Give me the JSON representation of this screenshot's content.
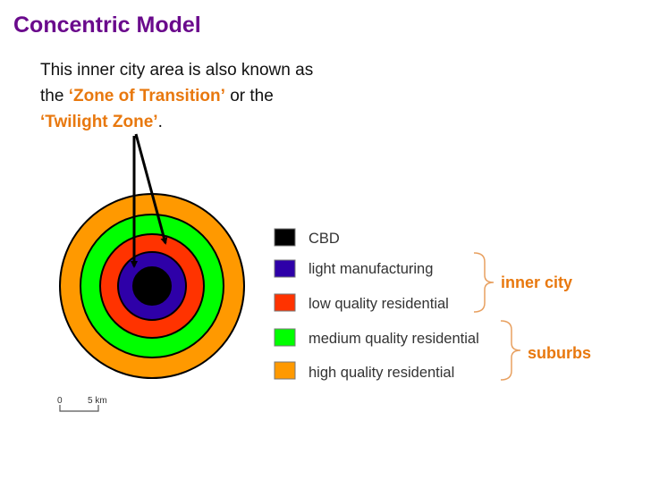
{
  "title": "Concentric Model",
  "intro": {
    "line1": "This inner city area is also known as",
    "line2_prefix": "the ",
    "zone_of_transition": "‘Zone of Transition’",
    "line2_suffix": " or the",
    "twilight_zone": "‘Twilight Zone’",
    "line3_suffix": "."
  },
  "zones": [
    {
      "name": "CBD",
      "color": "#000000"
    },
    {
      "name": "light manufacturing",
      "color": "#2e00a8"
    },
    {
      "name": "low quality residential",
      "color": "#ff3300"
    },
    {
      "name": "medium quality residential",
      "color": "#00ff00"
    },
    {
      "name": "high quality residential",
      "color": "#ff9900"
    }
  ],
  "groups": {
    "inner_city": "inner city",
    "suburbs": "suburbs"
  },
  "scale": {
    "zero": "0",
    "five": "5 km"
  }
}
